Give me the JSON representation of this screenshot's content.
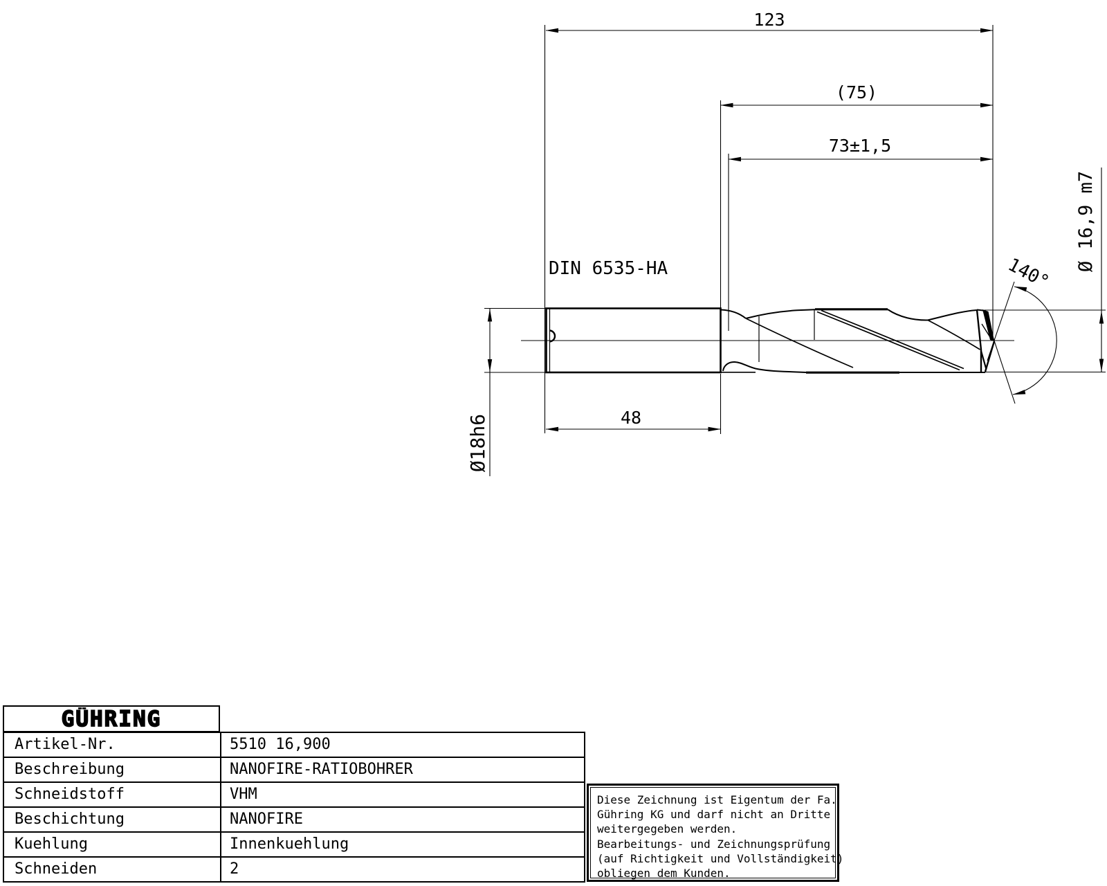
{
  "drawing": {
    "dim_overall_length": "123",
    "dim_flute_length_ref": "(75)",
    "dim_flute_length": "73±1,5",
    "dim_shank_length": "48",
    "shank_standard": "DIN 6535-HA",
    "dim_shank_diameter": "Ø18h6",
    "dim_drill_diameter": "Ø 16,9 m7",
    "dim_point_angle": "140°"
  },
  "title_block": {
    "logo": "GÜHRING",
    "rows": [
      {
        "label": "Artikel-Nr.",
        "value": "5510 16,900"
      },
      {
        "label": "Beschreibung",
        "value": "NANOFIRE-RATIOBOHRER"
      },
      {
        "label": "Schneidstoff",
        "value": "VHM"
      },
      {
        "label": "Beschichtung",
        "value": "NANOFIRE"
      },
      {
        "label": "Kuehlung",
        "value": "Innenkuehlung"
      },
      {
        "label": "Schneiden",
        "value": "2"
      }
    ]
  },
  "disclaimer": {
    "lines": [
      "Diese Zeichnung ist Eigentum der Fa.",
      "Gühring KG und darf nicht an Dritte",
      "weitergegeben werden.",
      "Bearbeitungs- und Zeichnungsprüfung",
      "(auf Richtigkeit und Vollständigkeit)",
      "obliegen dem Kunden."
    ]
  },
  "colors": {
    "line": "#000000",
    "background": "#ffffff"
  }
}
